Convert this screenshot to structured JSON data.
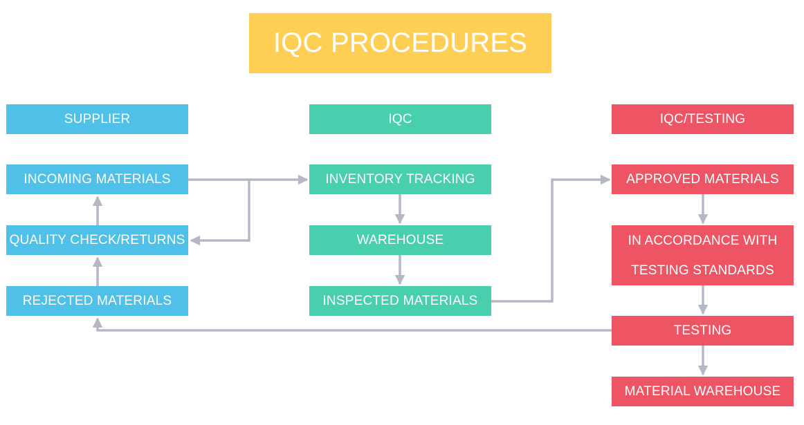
{
  "title": "IQC PROCEDURES",
  "columns": {
    "supplier": {
      "header": "SUPPLIER",
      "color": "#4fc1e9",
      "steps": [
        "INCOMING MATERIALS",
        "QUALITY CHECK/RETURNS",
        "REJECTED MATERIALS"
      ]
    },
    "iqc": {
      "header": "IQC",
      "color": "#48cfad",
      "steps": [
        "INVENTORY TRACKING",
        "WAREHOUSE",
        "INSPECTED MATERIALS"
      ]
    },
    "testing": {
      "header": "IQC/TESTING",
      "color": "#ed5565",
      "steps": [
        "APPROVED MATERIALS",
        "IN ACCORDANCE WITH TESTING STANDARDS",
        "TESTING",
        "MATERIAL WAREHOUSE"
      ]
    }
  },
  "colors": {
    "title": "#ffce54",
    "arrow": "#b4b8c5"
  }
}
